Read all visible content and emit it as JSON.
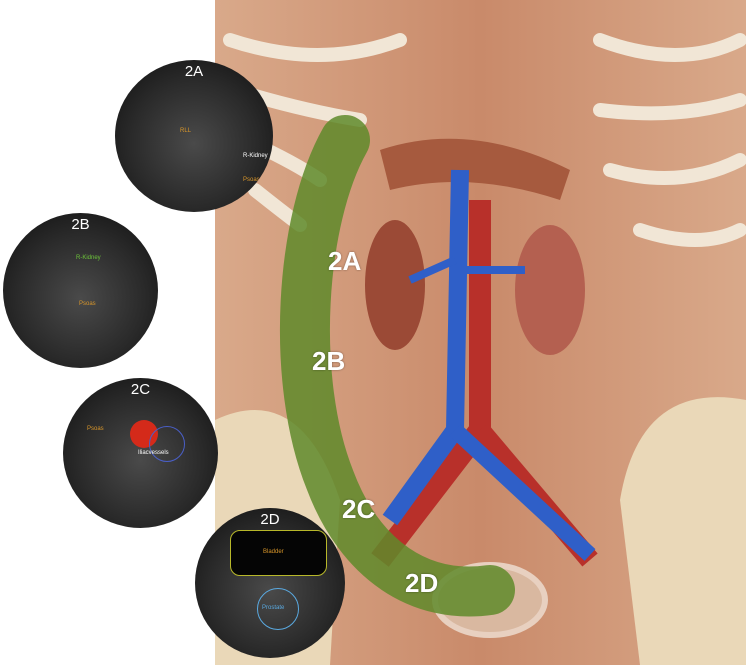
{
  "regions": [
    {
      "id": "2A",
      "labels": [
        "RLL",
        "R-Kidney",
        "Psoas"
      ]
    },
    {
      "id": "2B",
      "labels": [
        "R-Kidney",
        "Psoas"
      ]
    },
    {
      "id": "2C",
      "labels": [
        "Psoas",
        "Iliacvessels"
      ]
    },
    {
      "id": "2D",
      "labels": [
        "Bladder",
        "Prostate"
      ]
    }
  ],
  "colors": {
    "band": "#5f8a2a",
    "vein": "#2f5fc8",
    "artery": "#b8302a",
    "muscle": "#c98a6a",
    "label_orange": "#d8962a",
    "label_green": "#6cc23a",
    "label_blue": "#5aa9e0"
  }
}
